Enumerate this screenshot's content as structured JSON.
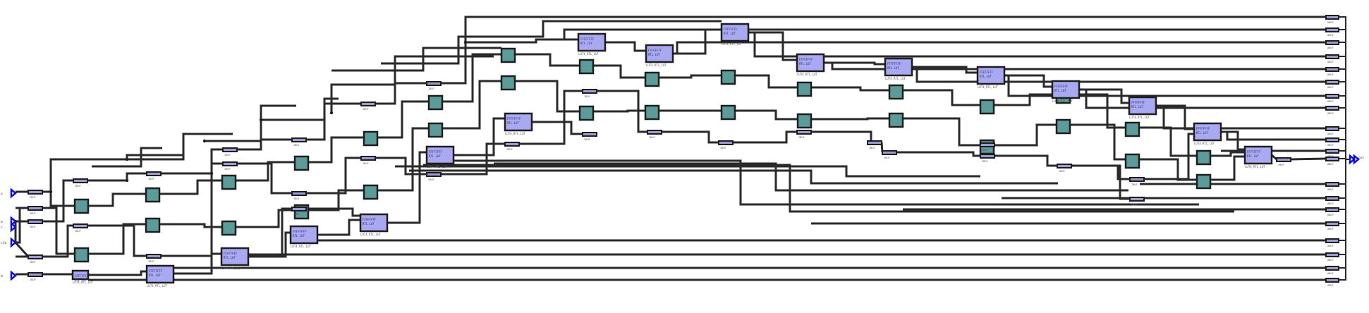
{
  "diagram": {
    "type": "netlist-schematic",
    "input_ports": [
      {
        "label": "a"
      },
      {
        "label": "b"
      },
      {
        "label": "c"
      },
      {
        "label": "clk"
      },
      {
        "label": "d"
      }
    ],
    "output_port": {
      "label": "out"
    },
    "lut_caption": "LUT4_RTL_LUT",
    "lut_text_line1": "FFFFFFFF",
    "lut_text_line2": "RTL LUT",
    "buffer_caption": "IBUF",
    "obuf_caption": "OBUF",
    "colors": {
      "lut_fill": "#a9a9f2",
      "gate_fill": "#5b9c9a",
      "wire": "#2a2a2a",
      "port": "#1010d8"
    }
  }
}
